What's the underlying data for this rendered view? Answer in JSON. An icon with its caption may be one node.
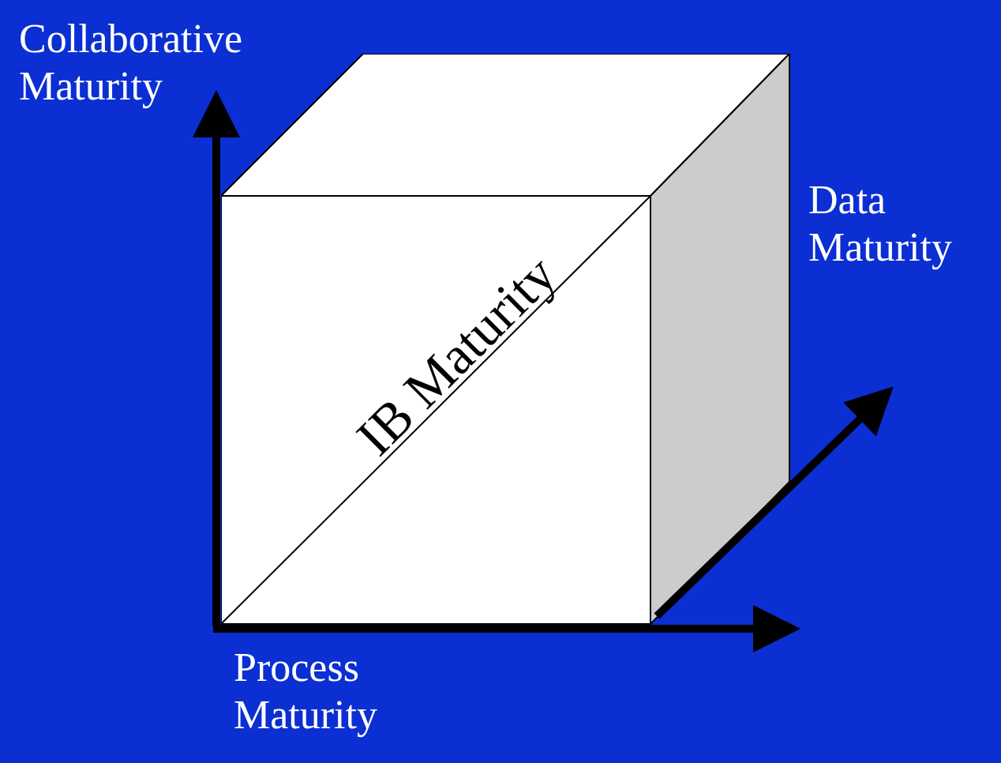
{
  "diagram": {
    "nodes": [
      {
        "text": [
          "IB Maturity"
        ]
      }
    ],
    "labels": [
      "Collaborative Maturity",
      "Data Maturity",
      "Process Maturity"
    ]
  }
}
